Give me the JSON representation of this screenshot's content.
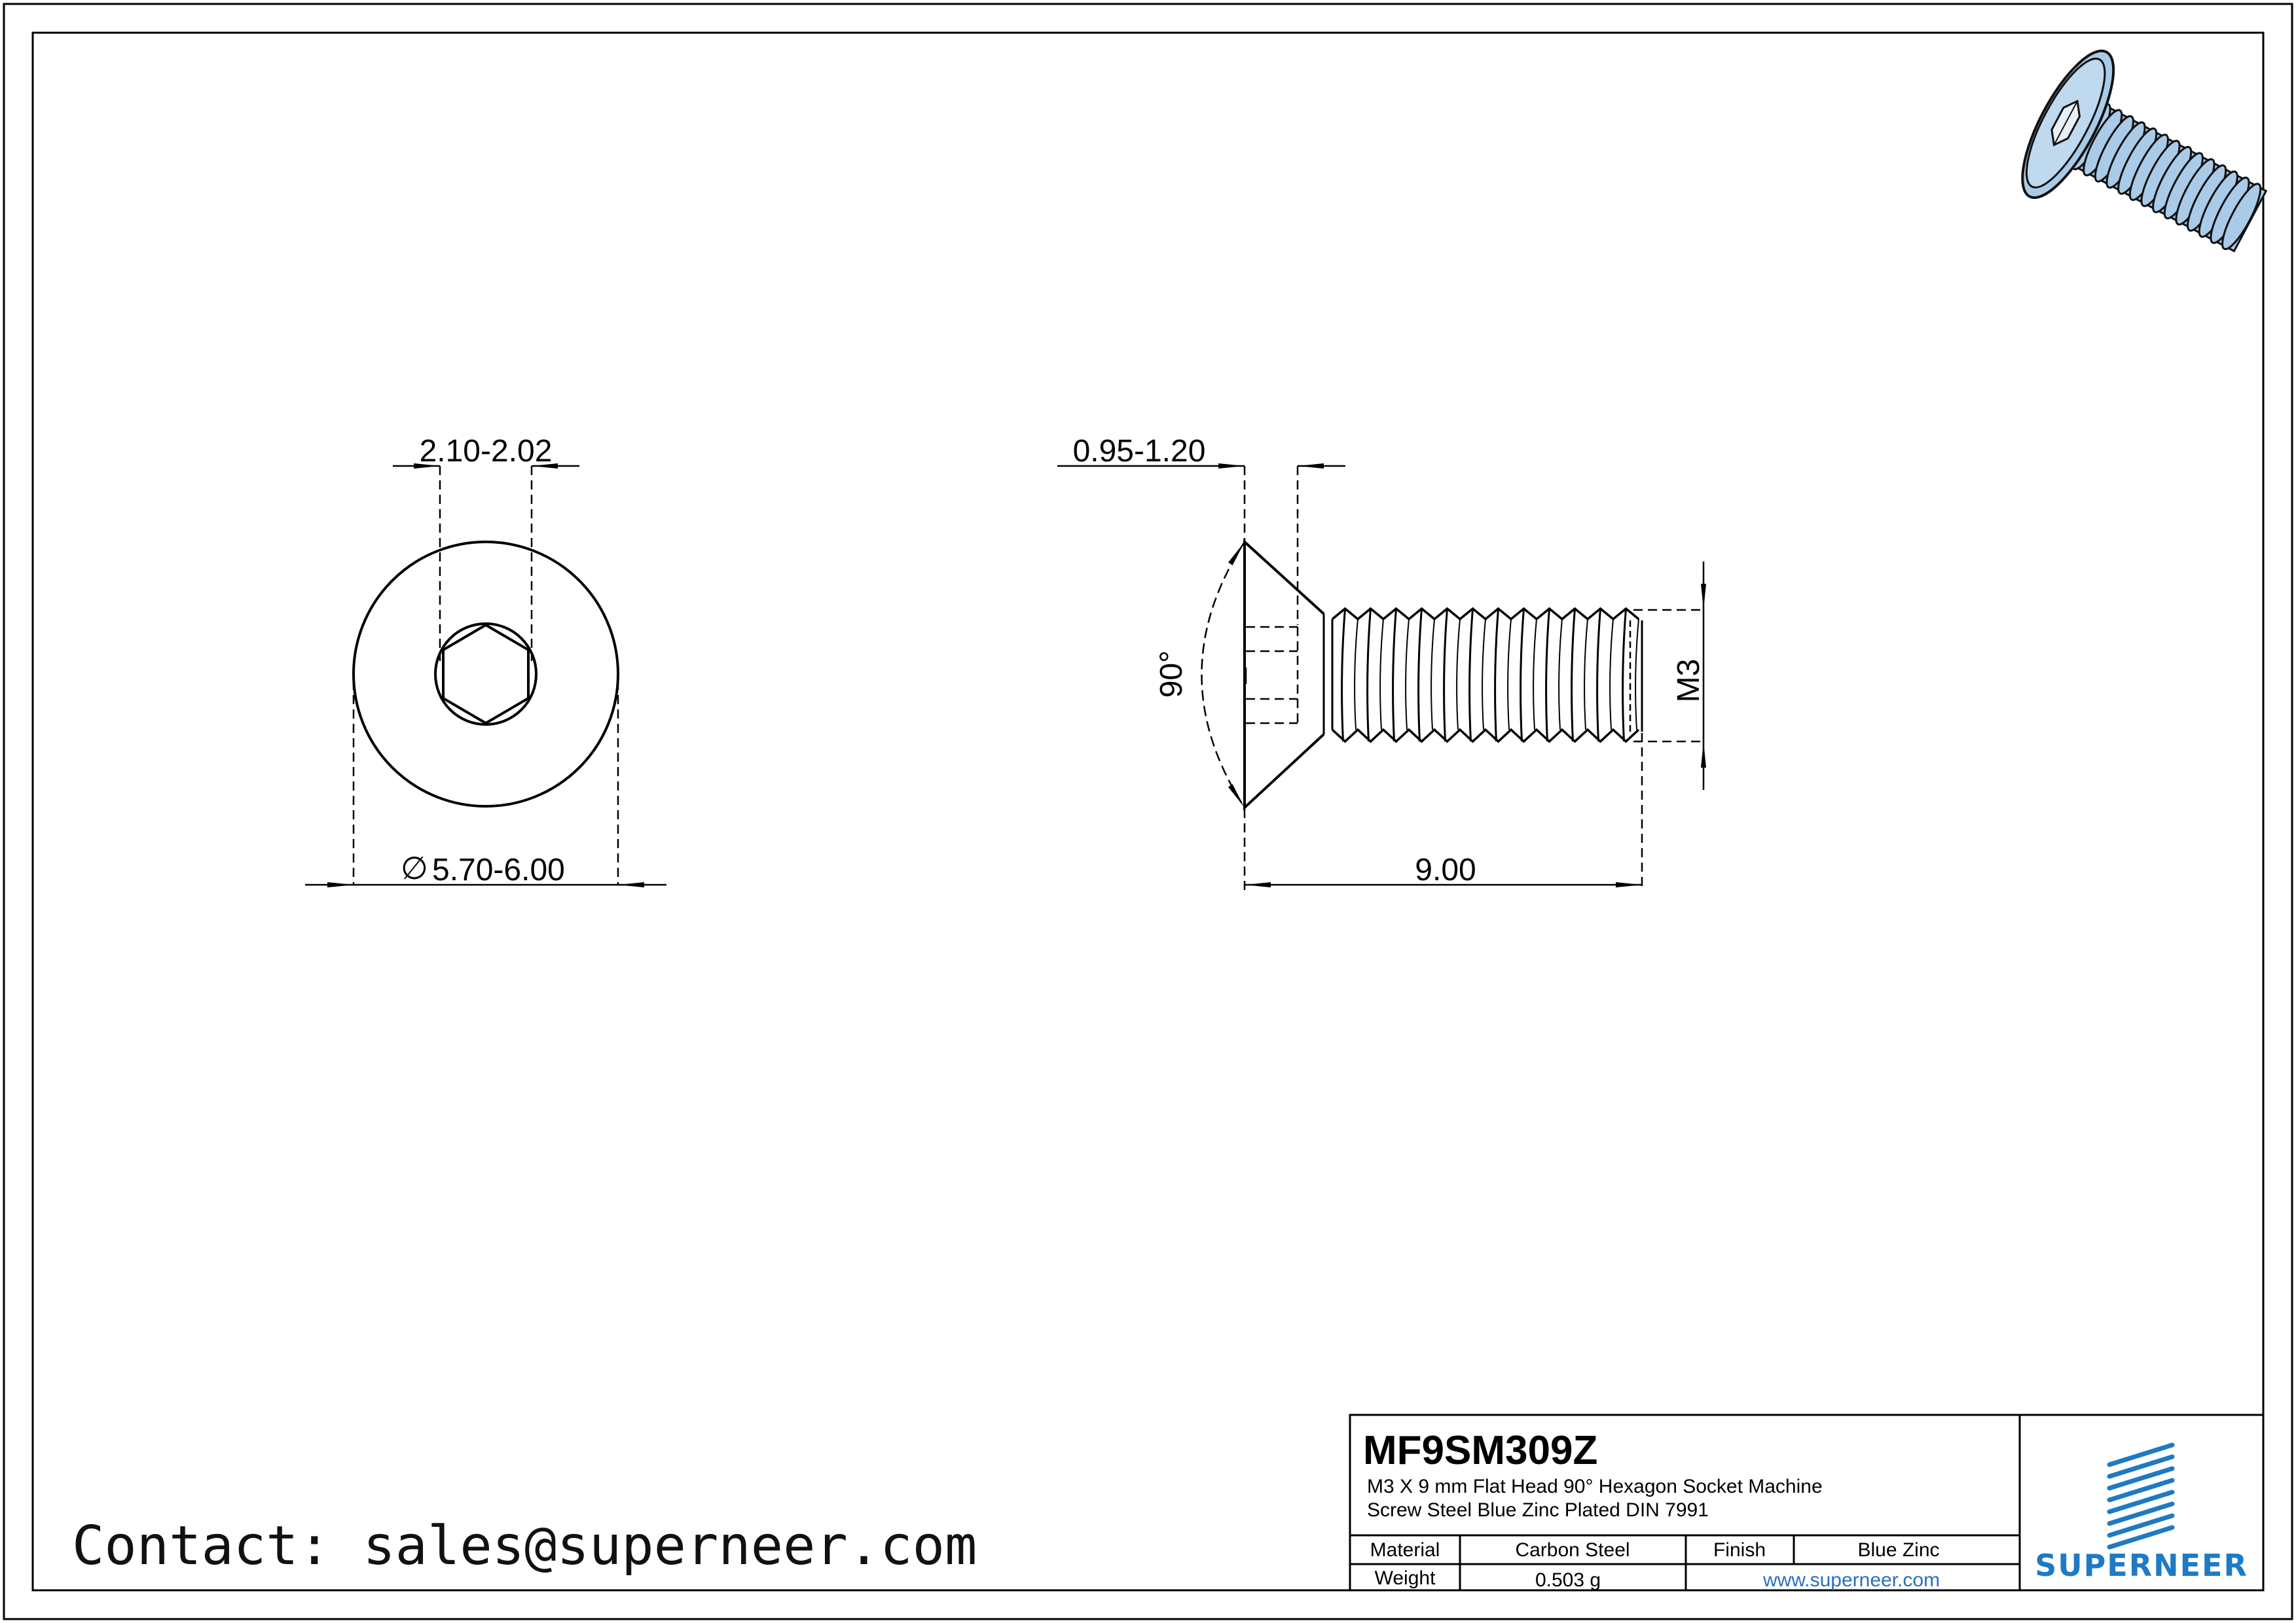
{
  "front_view": {
    "hex_dim": "2.10-2.02",
    "diameter_dim": "5.70-6.00",
    "diameter_symbol": "∅"
  },
  "side_view": {
    "head_height_dim": "0.95-1.20",
    "angle_dim": "90°",
    "thread_dim": "M3",
    "length_dim": "9.00"
  },
  "title_block": {
    "part_number": "MF9SM309Z",
    "description_line1": "M3 X 9 mm  Flat Head 90° Hexagon Socket Machine",
    "description_line2": "Screw Steel Blue Zinc Plated DIN 7991",
    "material_label": "Material",
    "material_value": "Carbon Steel",
    "finish_label": "Finish",
    "finish_value": "Blue Zinc",
    "weight_label": "Weight",
    "weight_value": "0.503 g",
    "website": "www.superneer.com",
    "brand": "SUPERNEER",
    "brand_color": "#1e7ac4"
  },
  "contact": "Contact: sales@superneer.com",
  "render": {
    "screw_color": "#a9cbe8"
  }
}
